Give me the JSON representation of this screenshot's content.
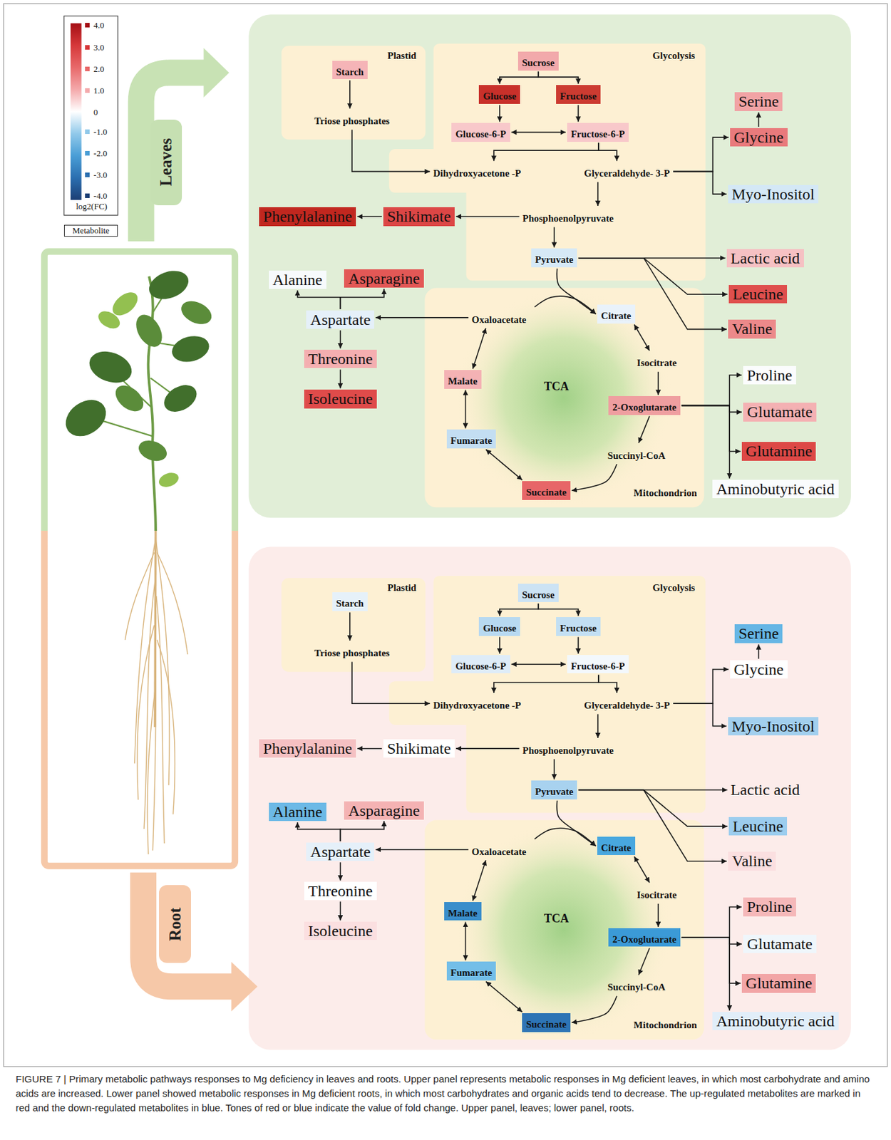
{
  "diagram": {
    "caption": "FIGURE 7 | Primary metabolic pathways responses to Mg deficiency in leaves and roots. Upper panel represents metabolic responses in Mg deficient leaves, in which most carbohydrate and amino acids are increased. Lower panel showed metabolic responses in Mg deficient roots, in which most carbohydrates and organic acids tend to decrease. The up-regulated metabolites are marked in red and the down-regulated metabolites in blue. Tones of red or blue indicate the value of fold change. Upper panel, leaves; lower panel, roots.",
    "nodes": [
      {
        "text": [
          "Leaves"
        ]
      },
      {
        "text": [
          "Plastid"
        ]
      },
      {
        "text": [
          "Starch"
        ],
        "in": 1
      },
      {
        "text": [
          "Triose phosphates"
        ],
        "in": 1
      },
      {
        "text": [
          "Glycolysis"
        ]
      },
      {
        "text": [
          "Sucrose"
        ],
        "in": 4
      },
      {
        "text": [
          "Glucose"
        ],
        "in": 4
      },
      {
        "text": [
          "Fructose"
        ],
        "in": 4
      },
      {
        "text": [
          "Glucose-6-P"
        ],
        "in": 4
      },
      {
        "text": [
          "Fructose-6-P"
        ],
        "in": 4
      },
      {
        "text": [
          "Dihydroxyacetone -P"
        ],
        "in": 4
      },
      {
        "text": [
          "Glyceraldehyde- 3-P"
        ],
        "in": 4
      },
      {
        "text": [
          "Phosphoenolpyruvate"
        ],
        "in": 4
      },
      {
        "text": [
          "Pyruvate"
        ],
        "in": 4
      },
      {
        "text": [
          "Serine"
        ]
      },
      {
        "text": [
          "Glycine"
        ]
      },
      {
        "text": [
          "Myo-Inositol"
        ]
      },
      {
        "text": [
          "Phenylalanine"
        ]
      },
      {
        "text": [
          "Shikimate"
        ]
      },
      {
        "text": [
          "Lactic acid"
        ]
      },
      {
        "text": [
          "Leucine"
        ]
      },
      {
        "text": [
          "Valine"
        ]
      },
      {
        "text": [
          "Alanine"
        ]
      },
      {
        "text": [
          "Asparagine"
        ]
      },
      {
        "text": [
          "Aspartate"
        ]
      },
      {
        "text": [
          "Threonine"
        ]
      },
      {
        "text": [
          "Isoleucine"
        ]
      },
      {
        "text": [
          "Mitochondrion"
        ]
      },
      {
        "text": [
          "TCA"
        ],
        "in": 27
      },
      {
        "text": [
          "Oxaloacetate"
        ],
        "in": 27
      },
      {
        "text": [
          "Citrate"
        ],
        "in": 27
      },
      {
        "text": [
          "Isocitrate"
        ],
        "in": 27
      },
      {
        "text": [
          "Malate"
        ],
        "in": 27
      },
      {
        "text": [
          "2-Oxoglutarate"
        ],
        "in": 27
      },
      {
        "text": [
          "Fumarate"
        ],
        "in": 27
      },
      {
        "text": [
          "Succinyl-CoA"
        ],
        "in": 27
      },
      {
        "text": [
          "Succinate"
        ],
        "in": 27
      },
      {
        "text": [
          "Proline"
        ]
      },
      {
        "text": [
          "Glutamate"
        ]
      },
      {
        "text": [
          "Glutamine"
        ]
      },
      {
        "text": [
          "Aminobutyric acid"
        ]
      },
      {
        "text": [
          "Root"
        ]
      },
      {
        "text": [
          "Plastid"
        ]
      },
      {
        "text": [
          "Starch"
        ],
        "in": 42
      },
      {
        "text": [
          "Triose phosphates"
        ],
        "in": 42
      },
      {
        "text": [
          "Glycolysis"
        ]
      },
      {
        "text": [
          "Sucrose"
        ],
        "in": 45
      },
      {
        "text": [
          "Glucose"
        ],
        "in": 45
      },
      {
        "text": [
          "Fructose"
        ],
        "in": 45
      },
      {
        "text": [
          "Glucose-6-P"
        ],
        "in": 45
      },
      {
        "text": [
          "Fructose-6-P"
        ],
        "in": 45
      },
      {
        "text": [
          "Dihydroxyacetone -P"
        ],
        "in": 45
      },
      {
        "text": [
          "Glyceraldehyde- 3-P"
        ],
        "in": 45
      },
      {
        "text": [
          "Phosphoenolpyruvate"
        ],
        "in": 45
      },
      {
        "text": [
          "Pyruvate"
        ],
        "in": 45
      },
      {
        "text": [
          "Serine"
        ]
      },
      {
        "text": [
          "Glycine"
        ]
      },
      {
        "text": [
          "Myo-Inositol"
        ]
      },
      {
        "text": [
          "Phenylalanine"
        ]
      },
      {
        "text": [
          "Shikimate"
        ]
      },
      {
        "text": [
          "Lactic acid"
        ]
      },
      {
        "text": [
          "Leucine"
        ]
      },
      {
        "text": [
          "Valine"
        ]
      },
      {
        "text": [
          "Alanine"
        ]
      },
      {
        "text": [
          "Asparagine"
        ]
      },
      {
        "text": [
          "Aspartate"
        ]
      },
      {
        "text": [
          "Threonine"
        ]
      },
      {
        "text": [
          "Isoleucine"
        ]
      },
      {
        "text": [
          "Mitochondrion"
        ]
      },
      {
        "text": [
          "TCA"
        ],
        "in": 68
      },
      {
        "text": [
          "Oxaloacetate"
        ],
        "in": 68
      },
      {
        "text": [
          "Citrate"
        ],
        "in": 68
      },
      {
        "text": [
          "Isocitrate"
        ],
        "in": 68
      },
      {
        "text": [
          "Malate"
        ],
        "in": 68
      },
      {
        "text": [
          "2-Oxoglutarate"
        ],
        "in": 68
      },
      {
        "text": [
          "Fumarate"
        ],
        "in": 68
      },
      {
        "text": [
          "Succinyl-CoA"
        ],
        "in": 68
      },
      {
        "text": [
          "Succinate"
        ],
        "in": 68
      },
      {
        "text": [
          "Proline"
        ]
      },
      {
        "text": [
          "Glutamate"
        ]
      },
      {
        "text": [
          "Glutamine"
        ]
      },
      {
        "text": [
          "Aminobutyric acid"
        ]
      }
    ],
    "edges": [
      {
        "from": 5,
        "to": 6,
        "arrow": "to"
      },
      {
        "from": 5,
        "to": 7,
        "arrow": "to"
      },
      {
        "from": 6,
        "to": 8,
        "arrow": "to"
      },
      {
        "from": 7,
        "to": 9,
        "arrow": "to"
      },
      {
        "from": 8,
        "to": 9,
        "arrow": "both"
      },
      {
        "from": 9,
        "to": 10,
        "arrow": "to"
      },
      {
        "from": 9,
        "to": 11,
        "arrow": "to"
      },
      {
        "from": 2,
        "to": 3,
        "arrow": "to"
      },
      {
        "from": 3,
        "to": 10,
        "arrow": "to"
      },
      {
        "from": 11,
        "to": 12,
        "arrow": "to"
      },
      {
        "from": 11,
        "to": 15,
        "arrow": "to"
      },
      {
        "from": 11,
        "to": 16,
        "arrow": "to"
      },
      {
        "from": 15,
        "to": 14,
        "arrow": "to"
      },
      {
        "from": 12,
        "to": 18,
        "arrow": "to"
      },
      {
        "from": 18,
        "to": 17,
        "arrow": "to"
      },
      {
        "from": 12,
        "to": 13,
        "arrow": "to"
      },
      {
        "from": 13,
        "to": 30,
        "arrow": "to"
      },
      {
        "from": 13,
        "to": 19,
        "arrow": "to"
      },
      {
        "from": 13,
        "to": 20,
        "arrow": "to"
      },
      {
        "from": 13,
        "to": 21,
        "arrow": "to"
      },
      {
        "from": 29,
        "to": 30,
        "arrow": "to"
      },
      {
        "from": 30,
        "to": 31,
        "arrow": "both"
      },
      {
        "from": 31,
        "to": 33,
        "arrow": "to"
      },
      {
        "from": 33,
        "to": 35,
        "arrow": "to"
      },
      {
        "from": 35,
        "to": 36,
        "arrow": "to"
      },
      {
        "from": 36,
        "to": 34,
        "arrow": "both"
      },
      {
        "from": 34,
        "to": 32,
        "arrow": "both"
      },
      {
        "from": 32,
        "to": 29,
        "arrow": "both"
      },
      {
        "from": 29,
        "to": 24,
        "arrow": "to"
      },
      {
        "from": 24,
        "to": 22,
        "arrow": "to"
      },
      {
        "from": 24,
        "to": 23,
        "arrow": "to"
      },
      {
        "from": 24,
        "to": 25,
        "arrow": "to"
      },
      {
        "from": 25,
        "to": 26,
        "arrow": "to"
      },
      {
        "from": 33,
        "to": 37,
        "arrow": "to"
      },
      {
        "from": 33,
        "to": 38,
        "arrow": "to"
      },
      {
        "from": 33,
        "to": 39,
        "arrow": "to"
      },
      {
        "from": 33,
        "to": 40,
        "arrow": "to"
      },
      {
        "from": 46,
        "to": 47,
        "arrow": "to"
      },
      {
        "from": 46,
        "to": 48,
        "arrow": "to"
      },
      {
        "from": 47,
        "to": 49,
        "arrow": "to"
      },
      {
        "from": 48,
        "to": 50,
        "arrow": "to"
      },
      {
        "from": 49,
        "to": 50,
        "arrow": "both"
      },
      {
        "from": 50,
        "to": 51,
        "arrow": "to"
      },
      {
        "from": 50,
        "to": 52,
        "arrow": "to"
      },
      {
        "from": 43,
        "to": 44,
        "arrow": "to"
      },
      {
        "from": 44,
        "to": 51,
        "arrow": "to"
      },
      {
        "from": 52,
        "to": 53,
        "arrow": "to"
      },
      {
        "from": 52,
        "to": 56,
        "arrow": "to"
      },
      {
        "from": 52,
        "to": 57,
        "arrow": "to"
      },
      {
        "from": 56,
        "to": 55,
        "arrow": "to"
      },
      {
        "from": 53,
        "to": 59,
        "arrow": "to"
      },
      {
        "from": 59,
        "to": 58,
        "arrow": "to"
      },
      {
        "from": 53,
        "to": 54,
        "arrow": "to"
      },
      {
        "from": 54,
        "to": 71,
        "arrow": "to"
      },
      {
        "from": 54,
        "to": 60,
        "arrow": "to"
      },
      {
        "from": 54,
        "to": 61,
        "arrow": "to"
      },
      {
        "from": 54,
        "to": 62,
        "arrow": "to"
      },
      {
        "from": 70,
        "to": 71,
        "arrow": "to"
      },
      {
        "from": 71,
        "to": 72,
        "arrow": "both"
      },
      {
        "from": 72,
        "to": 74,
        "arrow": "to"
      },
      {
        "from": 74,
        "to": 76,
        "arrow": "to"
      },
      {
        "from": 76,
        "to": 77,
        "arrow": "to"
      },
      {
        "from": 77,
        "to": 75,
        "arrow": "both"
      },
      {
        "from": 75,
        "to": 73,
        "arrow": "both"
      },
      {
        "from": 73,
        "to": 70,
        "arrow": "both"
      },
      {
        "from": 70,
        "to": 65,
        "arrow": "to"
      },
      {
        "from": 65,
        "to": 63,
        "arrow": "to"
      },
      {
        "from": 65,
        "to": 64,
        "arrow": "to"
      },
      {
        "from": 65,
        "to": 66,
        "arrow": "to"
      },
      {
        "from": 66,
        "to": 67,
        "arrow": "to"
      },
      {
        "from": 74,
        "to": 78,
        "arrow": "to"
      },
      {
        "from": 74,
        "to": 79,
        "arrow": "to"
      },
      {
        "from": 74,
        "to": 80,
        "arrow": "to"
      },
      {
        "from": 74,
        "to": 81,
        "arrow": "to"
      }
    ],
    "labels": [
      "log2(FC)",
      "Metabolite"
    ],
    "legend": [
      {
        "text": "4.0",
        "color": "#a50f15"
      },
      {
        "text": "3.0",
        "color": "#d6383a"
      },
      {
        "text": "2.0",
        "color": "#e8696a"
      },
      {
        "text": "1.0",
        "color": "#f4a9ab"
      },
      {
        "text": "0",
        "color": "#ffffff"
      },
      {
        "text": "-1.0",
        "color": "#91c9ea"
      },
      {
        "text": "-2.0",
        "color": "#4a9ed6"
      },
      {
        "text": "-3.0",
        "color": "#2b6fb0"
      },
      {
        "text": "-4.0",
        "color": "#1c3f75"
      }
    ]
  }
}
